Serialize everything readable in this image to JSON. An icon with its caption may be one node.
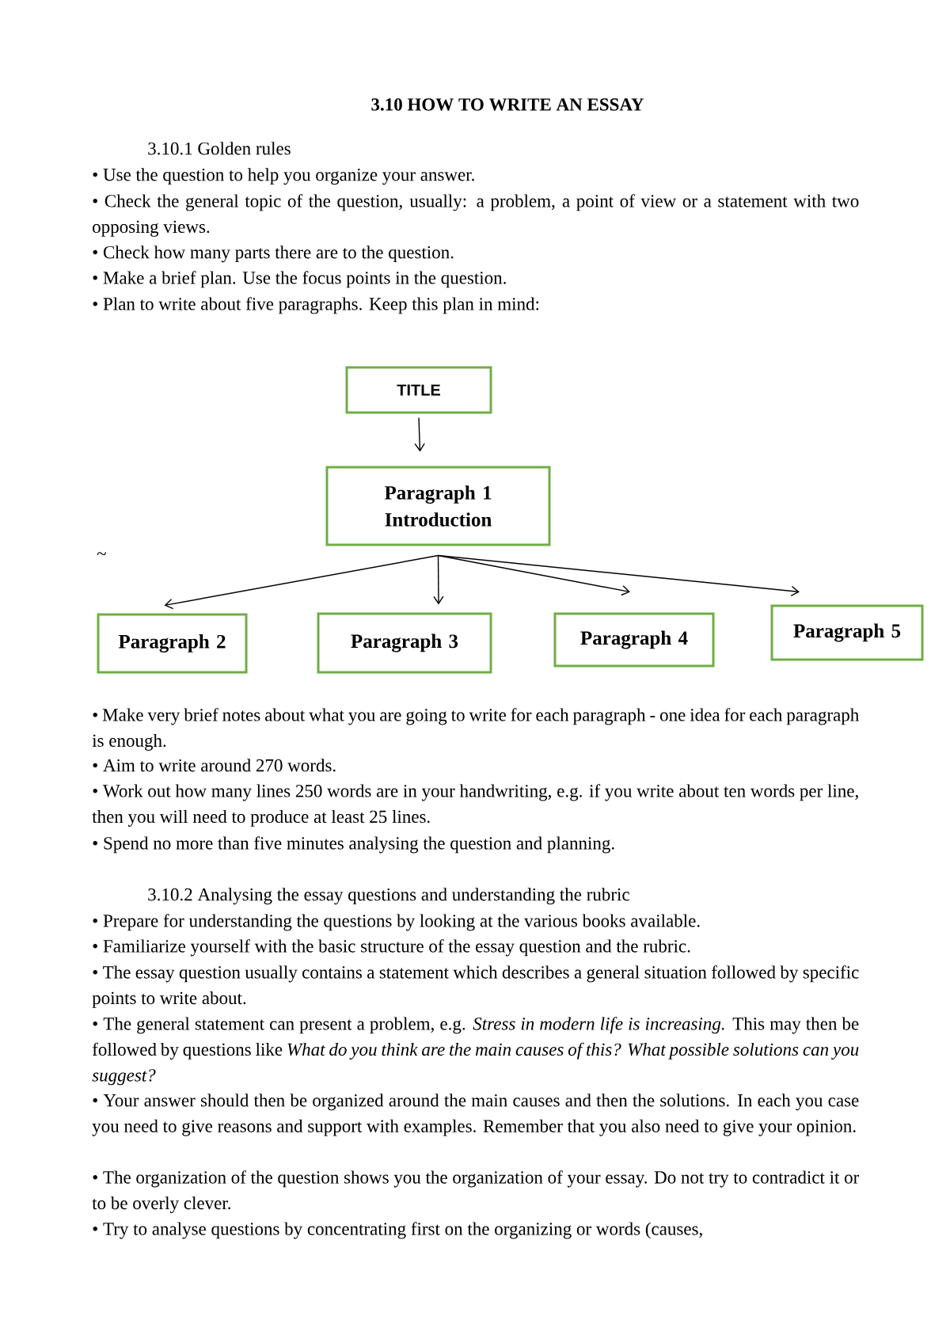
{
  "diagram": {
    "title": "3.10 HOW TO WRITE AN ESSAY",
    "nodes": [
      {
        "text": [
          "TITLE"
        ]
      },
      {
        "text": [
          "Paragraph 1 Introduction"
        ]
      },
      {
        "text": [
          "Paragraph 2"
        ]
      },
      {
        "text": [
          "Paragraph 3"
        ]
      },
      {
        "text": [
          "Paragraph 4"
        ]
      },
      {
        "text": [
          "Paragraph 5"
        ]
      }
    ],
    "edges": [
      {
        "from": 0,
        "to": 1,
        "arrow": "to"
      },
      {
        "from": 1,
        "to": 2,
        "arrow": "to"
      },
      {
        "from": 1,
        "to": 3,
        "arrow": "to"
      },
      {
        "from": 1,
        "to": 4,
        "arrow": "to"
      },
      {
        "from": 1,
        "to": 5,
        "arrow": "to"
      }
    ],
    "labels": [
      "3.10.1 Golden rules",
      "• Use the question to help you organize your answer.",
      "• Check the general topic of the question, usually: a problem, a point of view or a statement with two opposing views.",
      "• Check how many parts there are to the question.",
      "• Make a brief plan. Use the focus points in the question.",
      "• Plan to write about five paragraphs. Keep this plan in mind:",
      "~",
      "• Make very brief notes about what you are going to write for each paragraph - one idea for each paragraph is enough.",
      "• Aim to write around 270 words.",
      "• Work out how many lines 250 words are in your handwriting, e.g. if you write about ten words per line, then you will need to produce at least 25 lines.",
      "• Spend no more than five minutes analysing the question and planning.",
      "3.10.2 Analysing the essay questions and understanding the rubric",
      "• Prepare for understanding the questions by looking at the various books available.",
      "• Familiarize yourself with the basic structure of the essay question and the rubric.",
      "• The essay question usually contains a statement which describes a general situation followed by specific points to write about.",
      "• The general statement can present a problem, e.g. *Stress in modern life is increasing.* This may then be followed by questions like *What do you think are the main causes of this? What possible solutions can you suggest?*",
      "• Your answer should then be organized around the main causes and then the solutions. In each you case you need to give reasons and support with examples. Remember that you also need to give your opinion.",
      "• The organization of the question shows you the organization of your essay. Do not try to contradict it or to be overly clever.",
      "• Try to analyse questions by concentrating first on the organizing or words (causes,"
    ]
  }
}
